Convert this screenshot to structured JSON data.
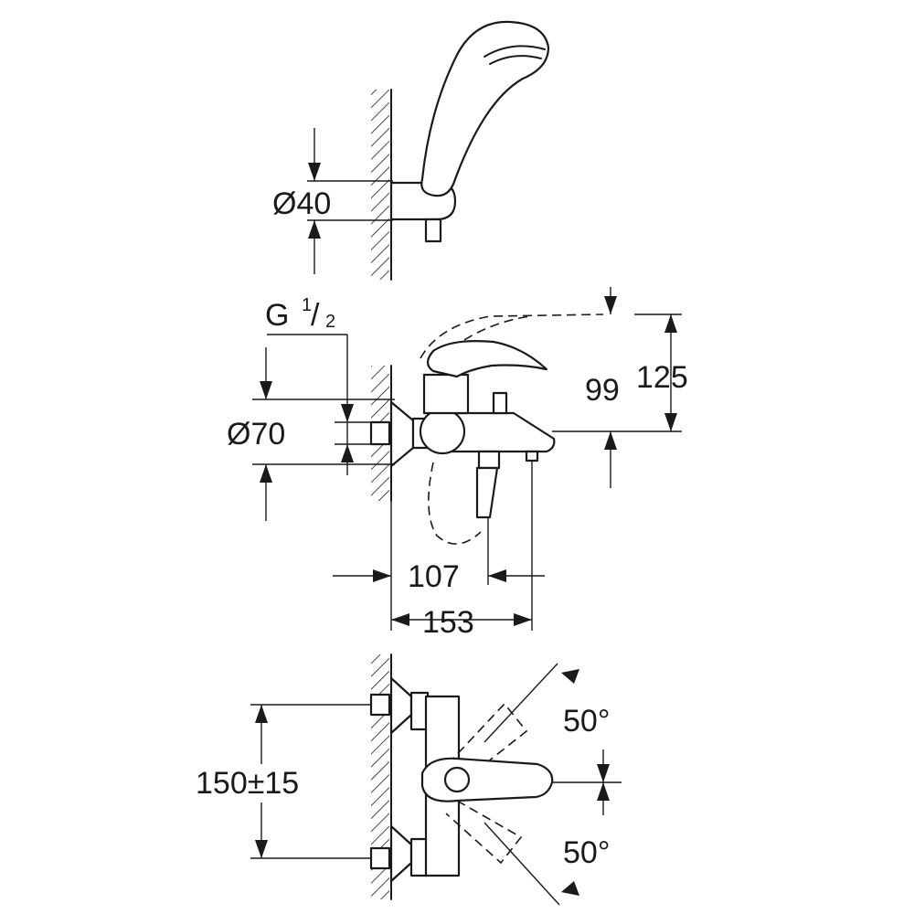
{
  "dimensions": {
    "shower_holder_diameter": "Ø40",
    "thread_main": "G",
    "thread_sup": "1",
    "thread_sub": "2",
    "thread_slash": "/",
    "body_diameter": "Ø70",
    "spout_height": "99",
    "lever_height": "125",
    "spout_wall_offset": "107",
    "overall_depth": "153",
    "connection_spacing": "150±15",
    "lever_angle_up": "50°",
    "lever_angle_down": "50°"
  }
}
